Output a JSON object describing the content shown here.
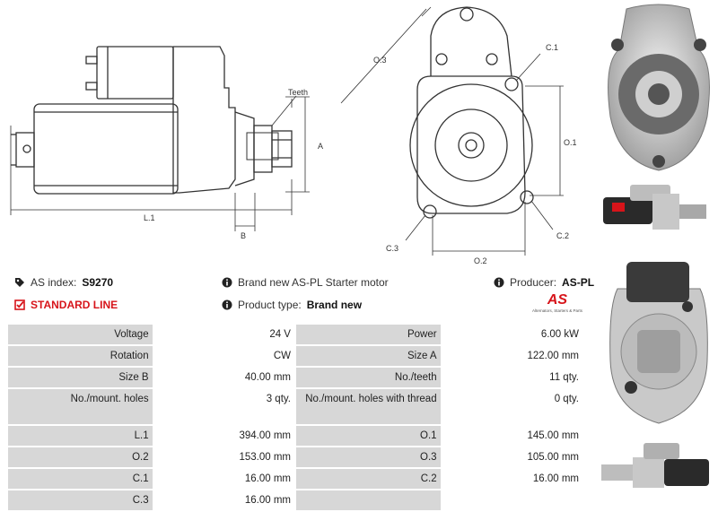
{
  "drawing": {
    "labels": {
      "teeth": "Teeth",
      "a": "A",
      "b": "B",
      "l1": "L.1",
      "o3": "O.3",
      "c1": "C.1",
      "o1": "O.1",
      "c3": "C.3",
      "c2": "C.2",
      "o2": "O.2"
    }
  },
  "info": {
    "as_index_label": "AS index:",
    "as_index_value": "S9270",
    "standard_line": "STANDARD LINE",
    "brand_new_text": "Brand new AS-PL Starter motor",
    "product_type_label": "Product type:",
    "product_type_value": "Brand new",
    "producer_label": "Producer:",
    "producer_value": "AS-PL",
    "logo_text": "AS",
    "logo_tagline": "Alternators, Starters & Parts"
  },
  "specs": [
    [
      "Voltage",
      "24 V",
      "Power",
      "6.00 kW"
    ],
    [
      "Rotation",
      "CW",
      "Size A",
      "122.00 mm"
    ],
    [
      "Size B",
      "40.00 mm",
      "No./teeth",
      "11 qty."
    ],
    [
      "No./mount. holes",
      "3 qty.",
      "No./mount. holes with thread",
      "0 qty."
    ],
    [
      "L.1",
      "394.00 mm",
      "O.1",
      "145.00 mm"
    ],
    [
      "O.2",
      "153.00 mm",
      "O.3",
      "105.00 mm"
    ],
    [
      "C.1",
      "16.00 mm",
      "C.2",
      "16.00 mm"
    ],
    [
      "C.3",
      "16.00 mm",
      "",
      ""
    ]
  ],
  "colors": {
    "accent_red": "#d7141a",
    "label_cell": "#d7d7d7"
  },
  "icons": [
    "tag-icon",
    "check-square-icon",
    "info-icon"
  ]
}
